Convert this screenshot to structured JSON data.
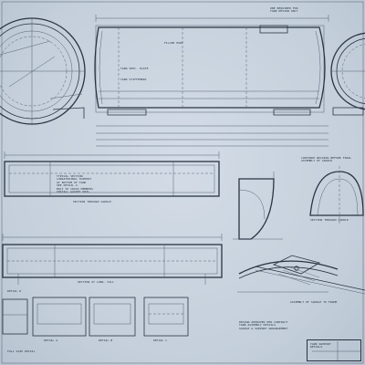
{
  "notes": {
    "top_callout": "ONE REQUIRED FOR\nTANK DESIGN ONLY",
    "tank_label_1": "TANK SPEC. PLATE",
    "tank_label_2": "TANK STIFFENERS",
    "tank_label_3": "FILLER PORT",
    "beam_note": "TYPICAL SECTION\nLONGITUDINAL SUPPORT\nAT BOTTOM OF TANK\nSEE DETAIL A\nBOLT TO CROSS MEMBERS\nINSTALL GASKET MATL.",
    "beam_caption_1": "SECTION THROUGH SADDLE",
    "beam_caption_2": "SECTION AT LONG. SILL",
    "bottom_left_note": "FULL SIZE DETAIL",
    "detail_labels": [
      "DETAIL A",
      "DETAIL B",
      "DETAIL C",
      "DETAIL D"
    ],
    "right_section_note": "CONTINUE WELDING BEFORE FINAL\nASSEMBLY OF SADDLE",
    "right_caption": "SECTION THROUGH SADDLE",
    "bottom_right_label": "ASSEMBLY OF SADDLE TO FRAME",
    "footer_text": "DESIGN APPROVED PER CONTRACT\nTANK ASSEMBLY DETAILS\nSADDLE & SUPPORT ARRANGEMENT",
    "title_block": "TANK SUPPORT\nDETAILS"
  }
}
